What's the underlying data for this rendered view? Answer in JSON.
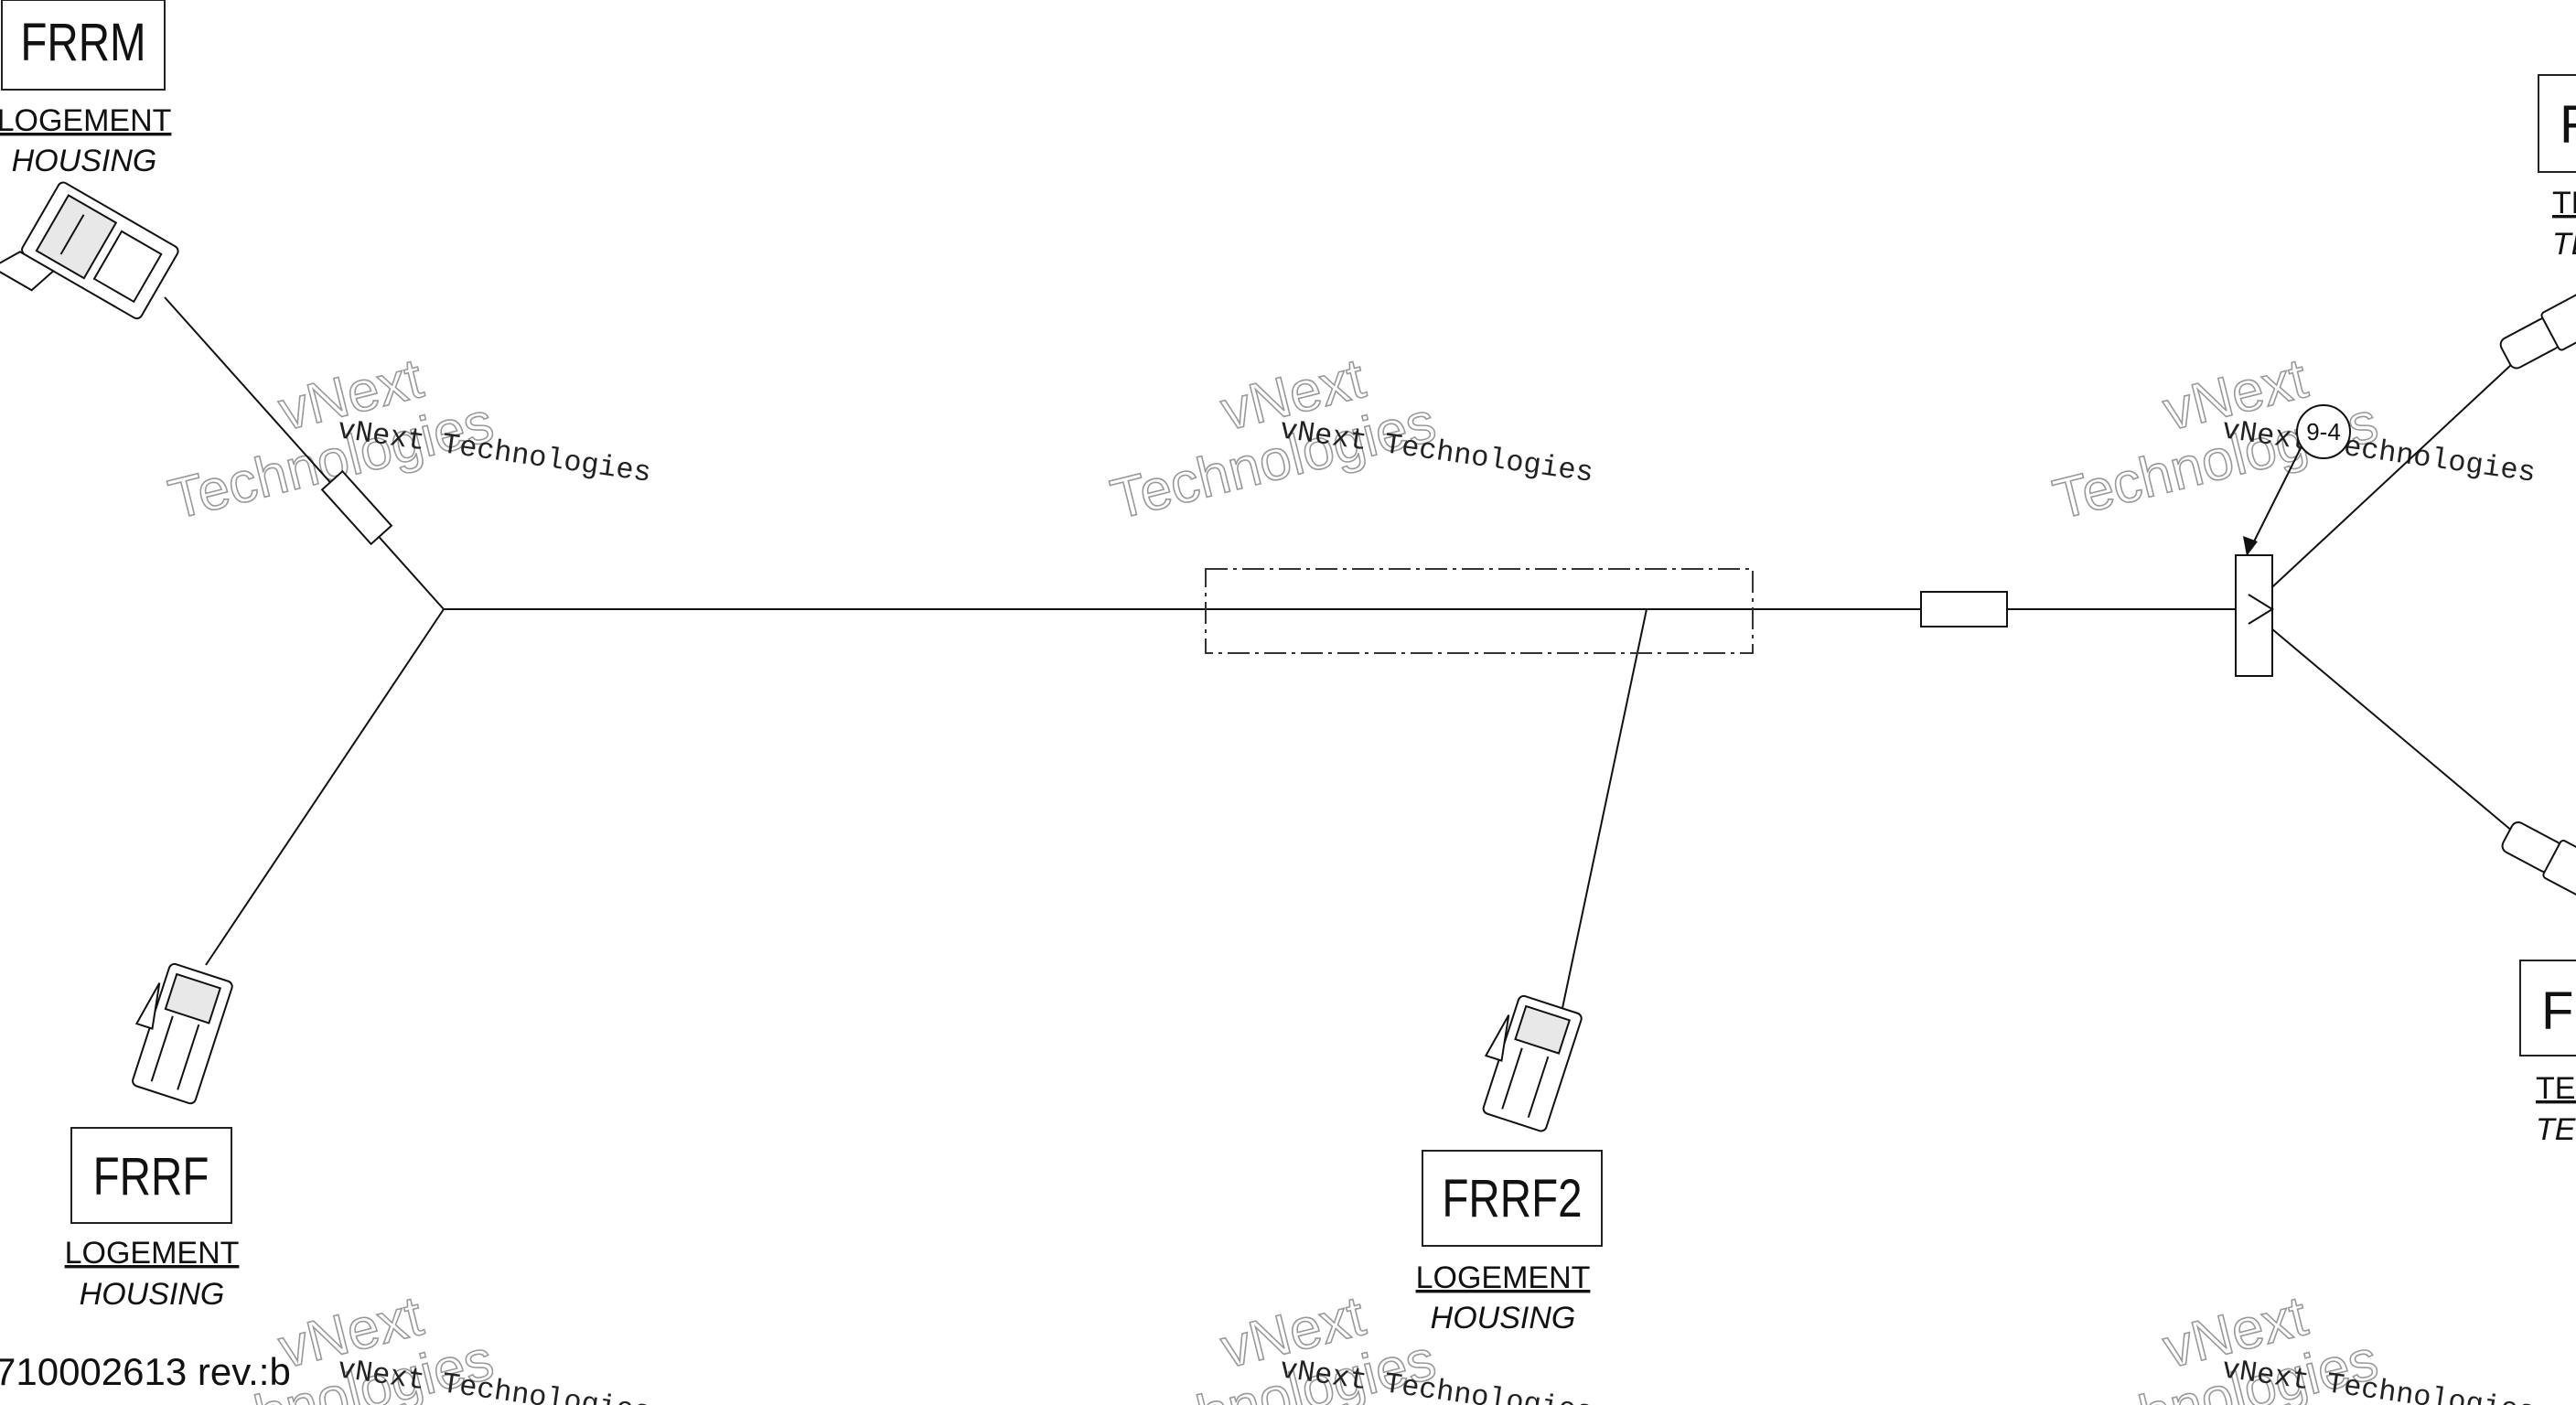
{
  "watermark": {
    "line1": "vNext Technologies",
    "line2": "vNext",
    "line3": "Technologies"
  },
  "connectors": {
    "frrm": {
      "code": "FRRM",
      "fr": "LOGEMENT",
      "en": "HOUSING"
    },
    "frrf": {
      "code": "FRRF",
      "fr": "LOGEMENT",
      "en": "HOUSING"
    },
    "frrf2": {
      "code": "FRRF2",
      "fr": "LOGEMENT",
      "en": "HOUSING"
    },
    "right_top": {
      "code": "F",
      "fr": "TE",
      "en": "TE"
    },
    "right_bottom": {
      "code": "FI",
      "fr": "TER",
      "en": "TER"
    }
  },
  "callout": {
    "text": "9-4"
  },
  "document": {
    "number": "710002613 rev.:b"
  }
}
